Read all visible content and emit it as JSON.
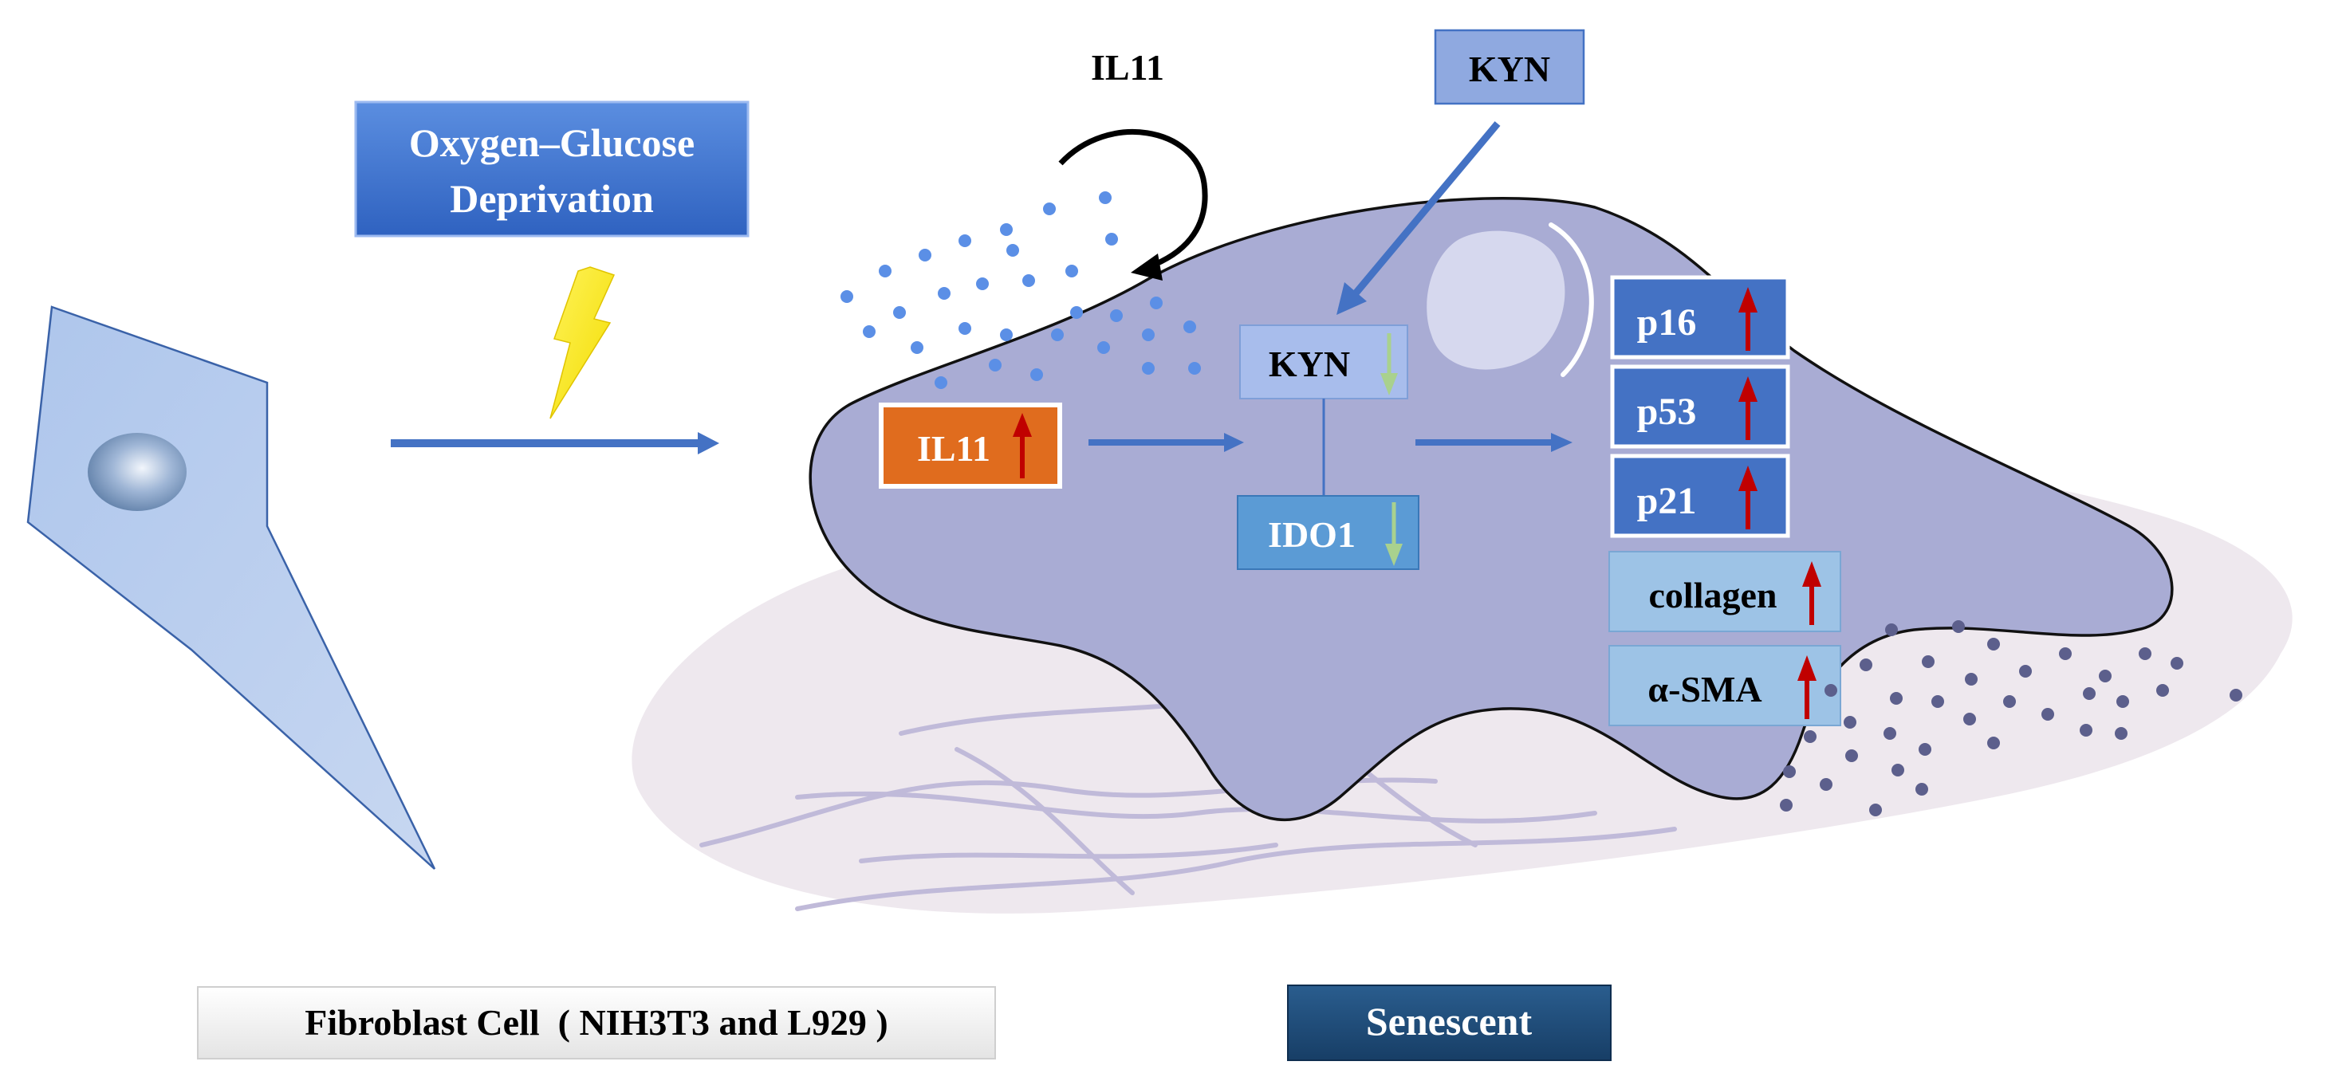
{
  "labels": {
    "oxygen_glucose_line1": "Oxygen–Glucose",
    "oxygen_glucose_line2": "Deprivation",
    "il11_top": "IL11",
    "kyn_top": "KYN",
    "il11_box": "IL11",
    "kyn_inner": "KYN",
    "ido1": "IDO1",
    "p16": "p16",
    "p53": "p53",
    "p21": "p21",
    "collagen": "collagen",
    "sma": "α-SMA",
    "fibroblast_caption": "Fibroblast Cell  ( NIH3T3 and L929 )",
    "senescent_caption": "Senescent"
  },
  "colors": {
    "up_arrow": "#c00000",
    "down_arrow": "#a9d18e",
    "flow_arrow": "#4472c4",
    "il11_box": "#e06c1e",
    "marker_box": "#4472c4",
    "light_box": "#9dc3e6",
    "cell_body": "#a9aed6",
    "secreted_dots": "#5b8fe6",
    "sasp_dots": "#5c5f8c"
  }
}
